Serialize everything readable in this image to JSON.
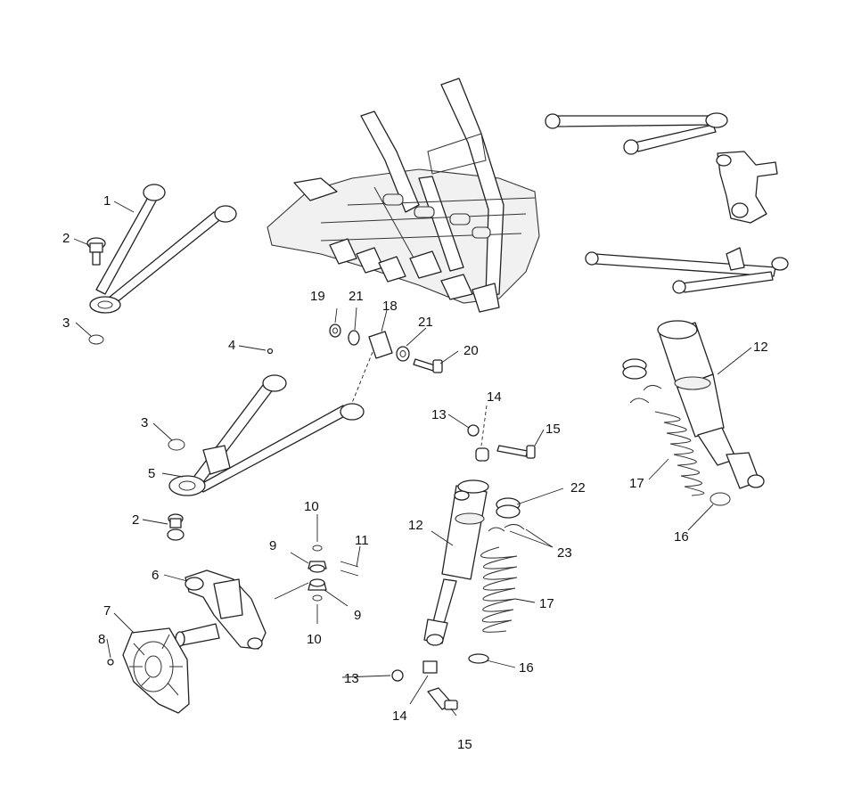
{
  "diagram": {
    "callouts": {
      "c1": "1",
      "c2a": "2",
      "c2b": "2",
      "c3a": "3",
      "c3b": "3",
      "c4": "4",
      "c5": "5",
      "c6": "6",
      "c7": "7",
      "c8": "8",
      "c9a": "9",
      "c9b": "9",
      "c10a": "10",
      "c10b": "10",
      "c11": "11",
      "c12a": "12",
      "c12b": "12",
      "c13a": "13",
      "c13b": "13",
      "c14a": "14",
      "c14b": "14",
      "c15a": "15",
      "c15b": "15",
      "c16a": "16",
      "c16b": "16",
      "c17a": "17",
      "c17b": "17",
      "c18": "18",
      "c19": "19",
      "c20": "20",
      "c21a": "21",
      "c21b": "21",
      "c22": "22",
      "c23": "23"
    }
  }
}
